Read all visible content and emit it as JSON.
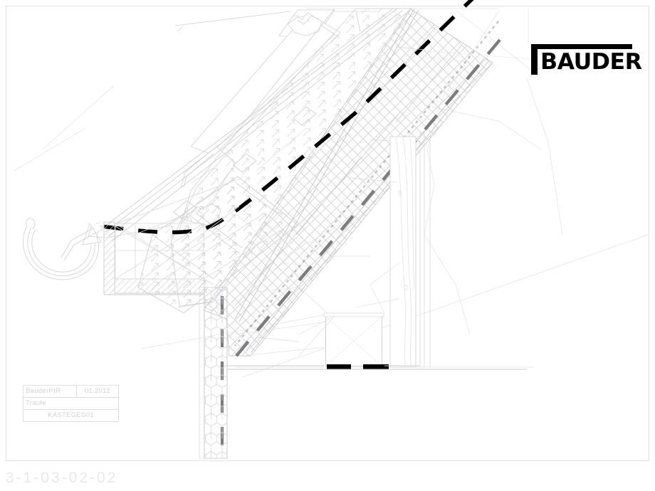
{
  "sheet": {
    "background_color": "#ffffff",
    "border_color": "#e6e6e8",
    "number": "3-1-03-02-02"
  },
  "logo": {
    "brand": "BAUDER",
    "mark_name": "bauder-bracket-mark",
    "color": "#000000"
  },
  "title_block": {
    "product": "BauderPIR",
    "date": "01.2012",
    "detail_name": "Traufe",
    "drawing_code": "KASTEGES01",
    "text_color": "#d2d2d4",
    "line_color": "#dededf"
  },
  "drawing": {
    "type": "architectural-section-detail",
    "subject": "Traufe",
    "line_color_thin": "#d8d8da",
    "line_color_mid": "#c2c2c5",
    "line_color_dark": "#9a9a9e",
    "membrane_color": "#000000",
    "vapour_barrier_color": "#7c7c7e",
    "layers": [
      {
        "name": "roof-tiles",
        "pattern": "profile-outline"
      },
      {
        "name": "battens-counterbattens",
        "pattern": "rectangular-section"
      },
      {
        "name": "underlay-membrane",
        "pattern": "black-dashed"
      },
      {
        "name": "pir-insulation-over-rafter",
        "pattern": "cross-hatch"
      },
      {
        "name": "rafter-insulation",
        "pattern": "diagonal-tick"
      },
      {
        "name": "vapour-barrier",
        "pattern": "gray-dashed"
      },
      {
        "name": "masonry-wall",
        "pattern": "honeycomb"
      },
      {
        "name": "soffit-board",
        "pattern": "diagonal-hatch"
      },
      {
        "name": "timber-post",
        "pattern": "wood-grain"
      },
      {
        "name": "gutter",
        "pattern": "half-round-outline"
      },
      {
        "name": "ceiling-beam",
        "pattern": "crossed-box"
      },
      {
        "name": "floor-line",
        "pattern": "solid-line"
      }
    ]
  }
}
